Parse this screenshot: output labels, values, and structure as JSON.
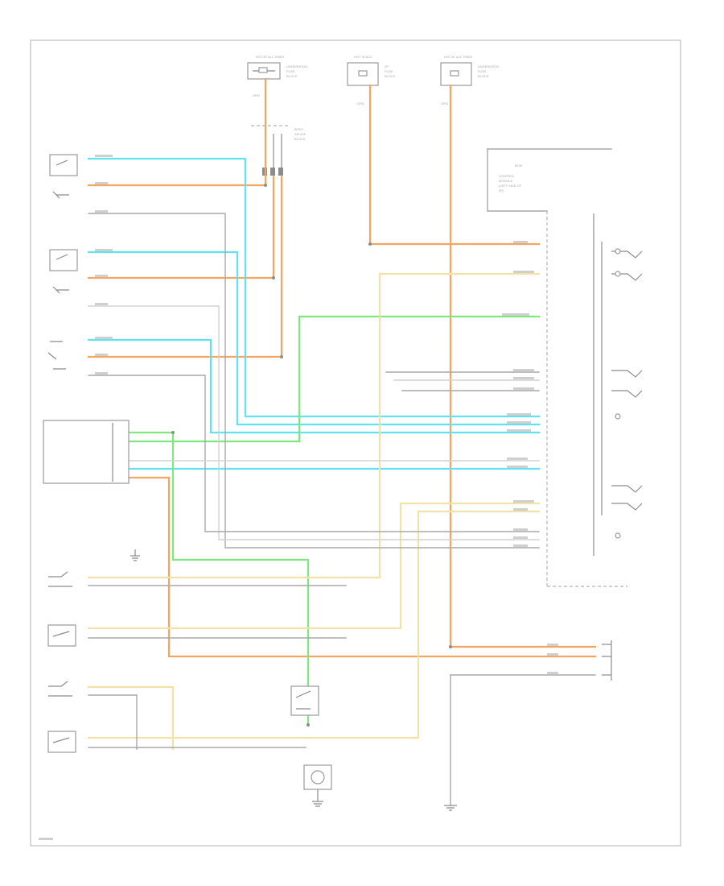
{
  "diagram": {
    "colors": {
      "orange": "#f6a55f",
      "light_orange": "#f8c48e",
      "cyan": "#5fe3f2",
      "green": "#7de87d",
      "yellow": "#f3e2a6",
      "black": "#a8a8a8",
      "gray": "#d2d2d2",
      "frame": "#c8c8c8"
    },
    "icons": [
      "ground-symbol",
      "fuse-symbol",
      "switch-symbol",
      "motor-symbol",
      "splice-symbol"
    ]
  }
}
